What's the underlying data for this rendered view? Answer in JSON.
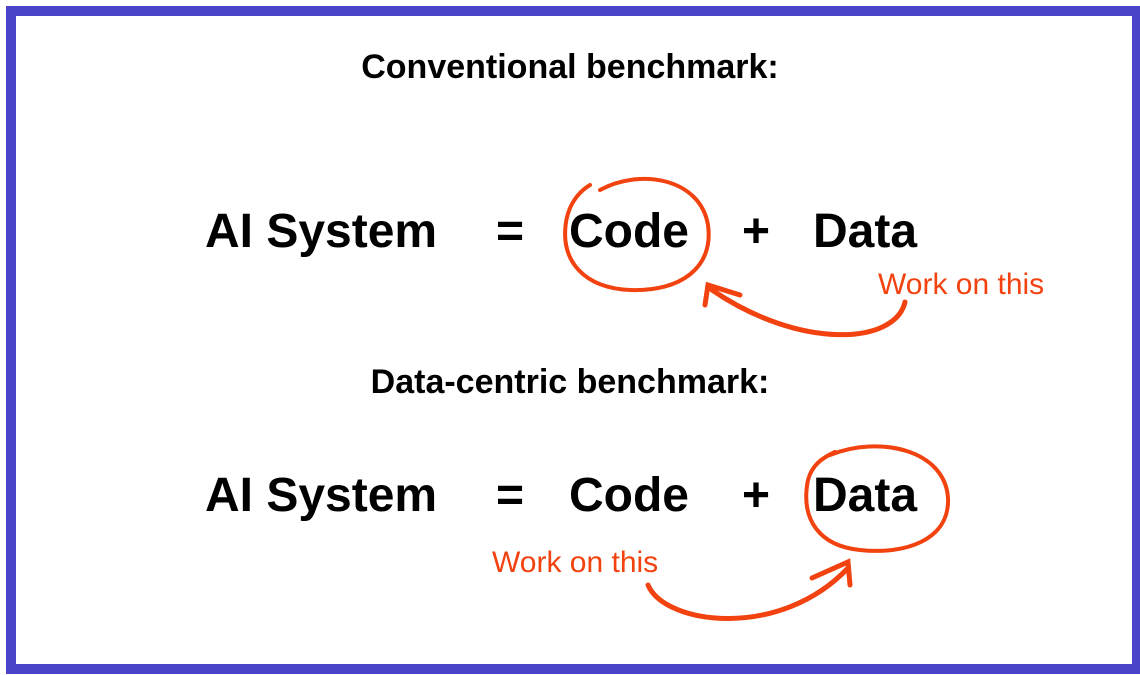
{
  "conventional": {
    "title": "Conventional benchmark:",
    "lhs": "AI System",
    "eq": "=",
    "code": "Code",
    "plus": "+",
    "data": "Data",
    "note": "Work on this",
    "highlight": "Code"
  },
  "data_centric": {
    "title": "Data-centric benchmark:",
    "lhs": "AI System",
    "eq": "=",
    "code": "Code",
    "plus": "+",
    "data": "Data",
    "note": "Work on this",
    "highlight": "Data"
  },
  "colors": {
    "border": "#4a45c8",
    "accent": "#f2420f",
    "text": "#000000"
  }
}
